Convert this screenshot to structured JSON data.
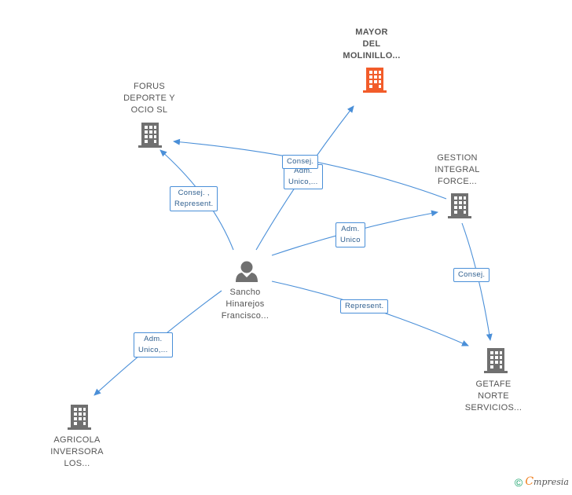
{
  "colors": {
    "edge": "#4a8fd8",
    "building": "#707070",
    "focus_building": "#f25c2a",
    "person": "#707070"
  },
  "nodes": {
    "mayor": "MAYOR\nDEL\nMOLINILLO...",
    "forus": "FORUS\nDEPORTE Y\nOCIO  SL",
    "gestion": "GESTION\nINTEGRAL\nFORCE...",
    "person": "Sancho\nHinarejos\nFrancisco...",
    "getafe": "GETAFE\nNORTE\nSERVICIOS...",
    "agricola": "AGRICOLA\nINVERSORA\nLOS..."
  },
  "edges": {
    "person_forus": "Consej. ,\nRepresent.",
    "gestion_forus": "Consej.",
    "person_mayor": "Adm.\nUnico,...",
    "person_gestion": "Adm.\nUnico",
    "gestion_getafe": "Consej.",
    "person_getafe": "Represent.",
    "person_agricola": "Adm.\nUnico,..."
  },
  "footer": {
    "copyright": "©",
    "brand_e": "C",
    "brand_rest": "mpresia"
  }
}
